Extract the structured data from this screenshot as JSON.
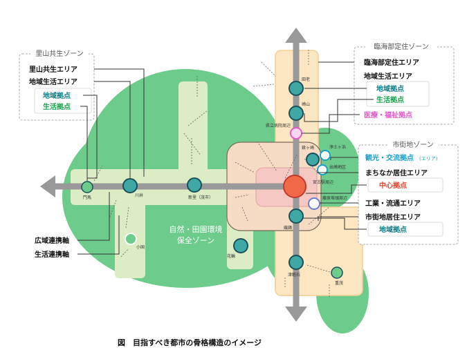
{
  "caption": "図　目指すべき都市の骨格構造のイメージ",
  "left_zone": {
    "title": "里山共生ゾーン",
    "item1": "里山共生エリア",
    "item2": "地域生活エリア",
    "sub1": "地域拠点",
    "sub2": "生活拠点"
  },
  "left_axes": {
    "wide": "広域連携軸",
    "life": "生活連携軸"
  },
  "nature_zone": {
    "line1": "自然・田園環境",
    "line2": "保全ゾーン"
  },
  "coastal_zone": {
    "title": "臨海部定住ゾーン",
    "item1": "臨海部定住エリア",
    "item2": "地域生活エリア",
    "sub1": "地域拠点",
    "sub2": "生活拠点",
    "sub3": "医療・福祉拠点"
  },
  "urban_zone": {
    "title": "市街地ゾーン",
    "item1": "観光・交流拠点",
    "item1_note": "(エリア)",
    "item2": "まちなか居住エリア",
    "sub2": "中心拠点",
    "item3": "工業・流通エリア",
    "item4": "市街地居住エリア",
    "sub4": "地域拠点"
  },
  "place_names": {
    "n1": "門馬",
    "n2": "川井",
    "n3": "新里（茂市）",
    "n4": "小国",
    "n5": "花輪",
    "n6": "田老",
    "n7": "崎山",
    "n8": "県立病院周辺",
    "n9": "鍬ヶ崎",
    "n10": "浄土ヶ浜",
    "n11": "出崎地区",
    "n12": "宮古駅周辺",
    "n13": "藤原埠頭周辺",
    "n14": "磯鶏",
    "n15": "津軽石",
    "n16": "重茂"
  },
  "colors": {
    "green_zone": "#6dcc8c",
    "light_band": "#dcecc4",
    "coastal_band": "#fde7c2",
    "urban_area": "#f6dcc4",
    "center_area": "#f5c8c4",
    "axis_gray": "#999999",
    "node_teal": "#3fa7a4",
    "node_dark": "#1a4f5c",
    "center_red": "#f06a4a",
    "green_text": "#1aa14a",
    "teal_text": "#0e7c86",
    "magenta_text": "#e05ac8",
    "red_text": "#e8402a",
    "cyan_text": "#1aa0c8"
  }
}
